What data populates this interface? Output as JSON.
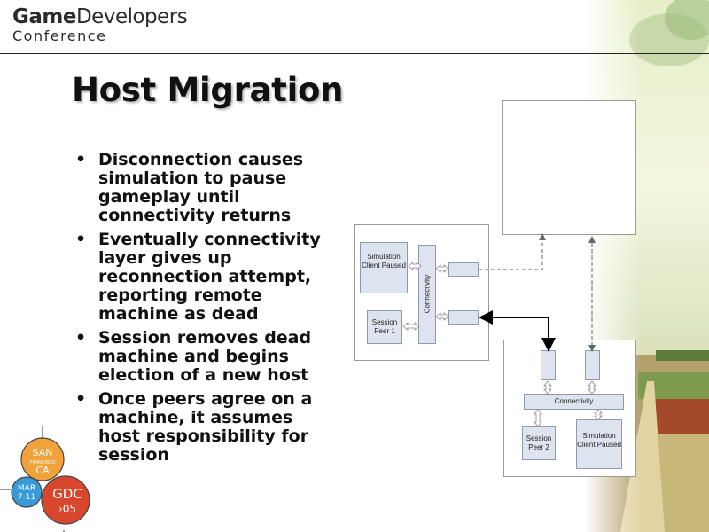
{
  "logo": {
    "line1_bold": "Game",
    "line1_rest": "Developers",
    "line2": "Conference"
  },
  "title": "Host Migration",
  "bullets": [
    "Disconnection causes simulation to pause gameplay until connectivity returns",
    "Eventually connectivity layer gives up reconnection attempt, reporting remote machine as dead",
    "Session removes dead machine and begins election of a new host",
    "Once peers agree on a machine, it assumes host responsibility for session"
  ],
  "diagram": {
    "left_machine": {
      "sim_client": "Simulation Client Paused",
      "session_peer": "Session Peer 1",
      "connectivity": "Connectivity"
    },
    "right_machine": {
      "connectivity": "Connectivity",
      "session_peer": "Session Peer 2",
      "sim_client": "Simulation Client Paused"
    }
  },
  "badge": {
    "city_top": "SAN",
    "city_mid": "FRANCISCO",
    "state": "CA",
    "dates_top": "MAR",
    "dates_bottom": "7-11",
    "brand": "GDC",
    "year": "›05"
  },
  "colors": {
    "badge_orange": "#f2a23a",
    "badge_blue": "#3a9ad6",
    "badge_red": "#d9462e",
    "inner_box": "#dde4ef"
  }
}
